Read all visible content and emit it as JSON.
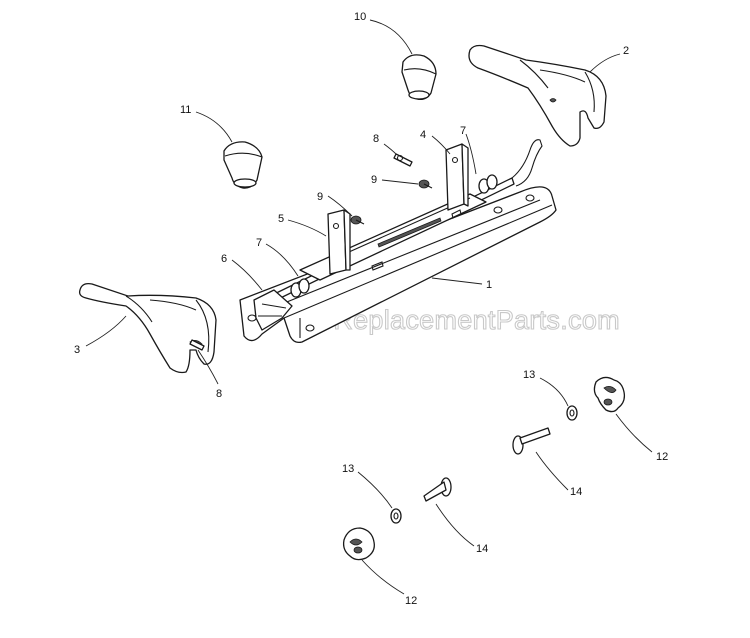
{
  "watermark": "eReplacementParts.com",
  "callouts": [
    "1",
    "2",
    "3",
    "4",
    "5",
    "6",
    "7",
    "7",
    "8",
    "8",
    "9",
    "9",
    "10",
    "11",
    "12",
    "12",
    "13",
    "13",
    "14",
    "14"
  ]
}
